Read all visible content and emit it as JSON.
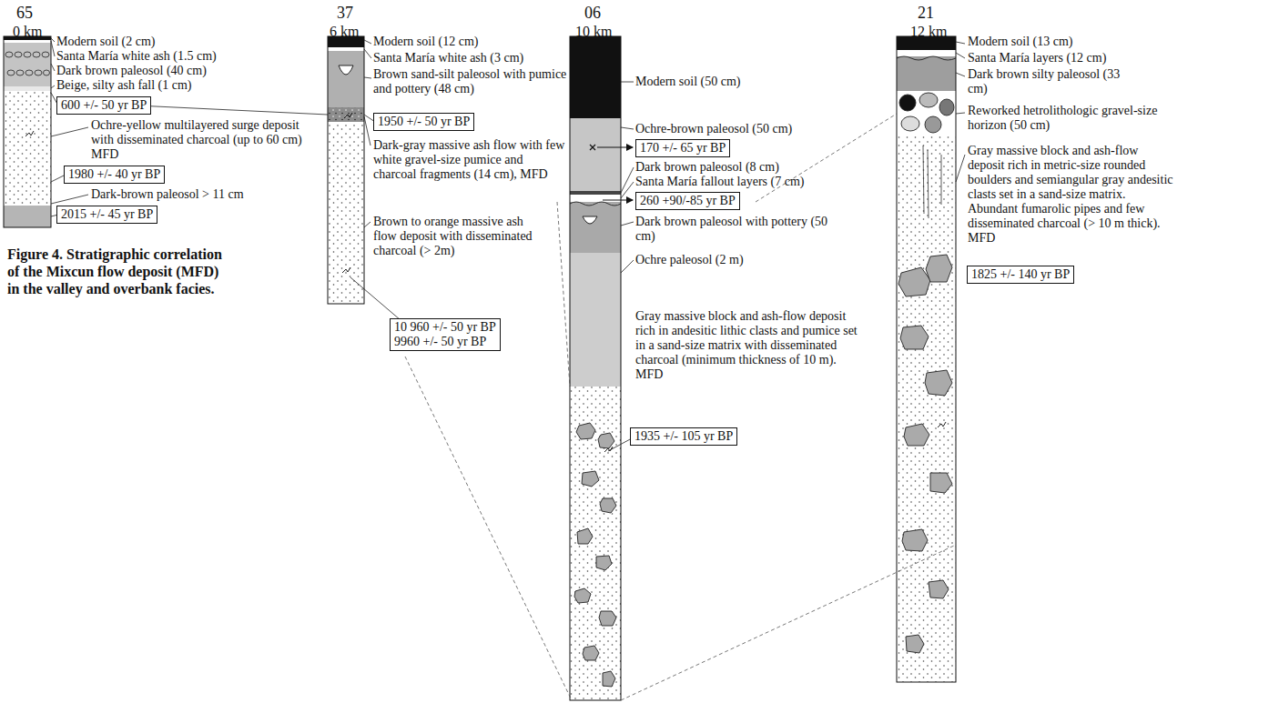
{
  "diagram": {
    "caption": "Figure 4. Stratigraphic correlation of the Mixcun flow deposit (MFD) in the valley and overbank facies.",
    "nodes": [
      {
        "text": [
          "600 +/- 50 yr BP"
        ]
      },
      {
        "text": [
          "1980 +/- 40 yr BP"
        ]
      },
      {
        "text": [
          "2015 +/- 45 yr BP"
        ]
      },
      {
        "text": [
          "1950 +/- 50 yr BP"
        ]
      },
      {
        "text": [
          "10 960 +/- 50 yr BP",
          "9960 +/- 50 yr BP"
        ]
      },
      {
        "text": [
          "170 +/- 65 yr BP"
        ]
      },
      {
        "text": [
          "260 +90/-85 yr BP"
        ]
      },
      {
        "text": [
          "1935 +/- 105 yr BP"
        ]
      },
      {
        "text": [
          "1825 +/- 140 yr BP"
        ]
      }
    ],
    "labels": [
      "65",
      "0 km",
      "Modern soil (2 cm)",
      "Santa María white ash (1.5 cm)",
      "Dark brown paleosol (40 cm)",
      "Beige, silty ash fall (1 cm)",
      "Ochre-yellow multilayered surge deposit with disseminated charcoal (up to 60 cm) MFD",
      "Dark-brown paleosol > 11 cm",
      "37",
      "6 km",
      "Modern soil (12 cm)",
      "Santa María white ash (3 cm)",
      "Brown sand-silt paleosol with pumice and pottery (48 cm)",
      "Dark-gray massive ash flow with few white gravel-size pumice and charcoal fragments (14 cm), MFD",
      "Brown to orange massive ash flow deposit with disseminated charcoal (> 2m)",
      "06",
      "10 km",
      "Modern soil (50 cm)",
      "Ochre-brown paleosol (50 cm)",
      "Dark brown paleosol (8 cm)",
      "Santa María fallout layers (7 cm)",
      "Dark brown paleosol with pottery (50 cm)",
      "Ochre paleosol (2 m)",
      "Gray massive block and ash-flow deposit rich in andesitic lithic clasts and pumice set in a sand-size matrix with disseminated charcoal (minimum thickness of 10 m). MFD",
      "21",
      "12 km",
      "Modern soil (13 cm)",
      "Santa María layers (12 cm)",
      "Dark brown silty paleosol (33 cm)",
      "Reworked hetrolithologic gravel-size horizon (50 cm)",
      "Gray massive block and ash-flow deposit rich in metric-size rounded boulders and semiangular gray andesitic clasts set in a sand-size matrix. Abundant fumarolic pipes and few disseminated charcoal (> 10 m thick). MFD"
    ]
  }
}
